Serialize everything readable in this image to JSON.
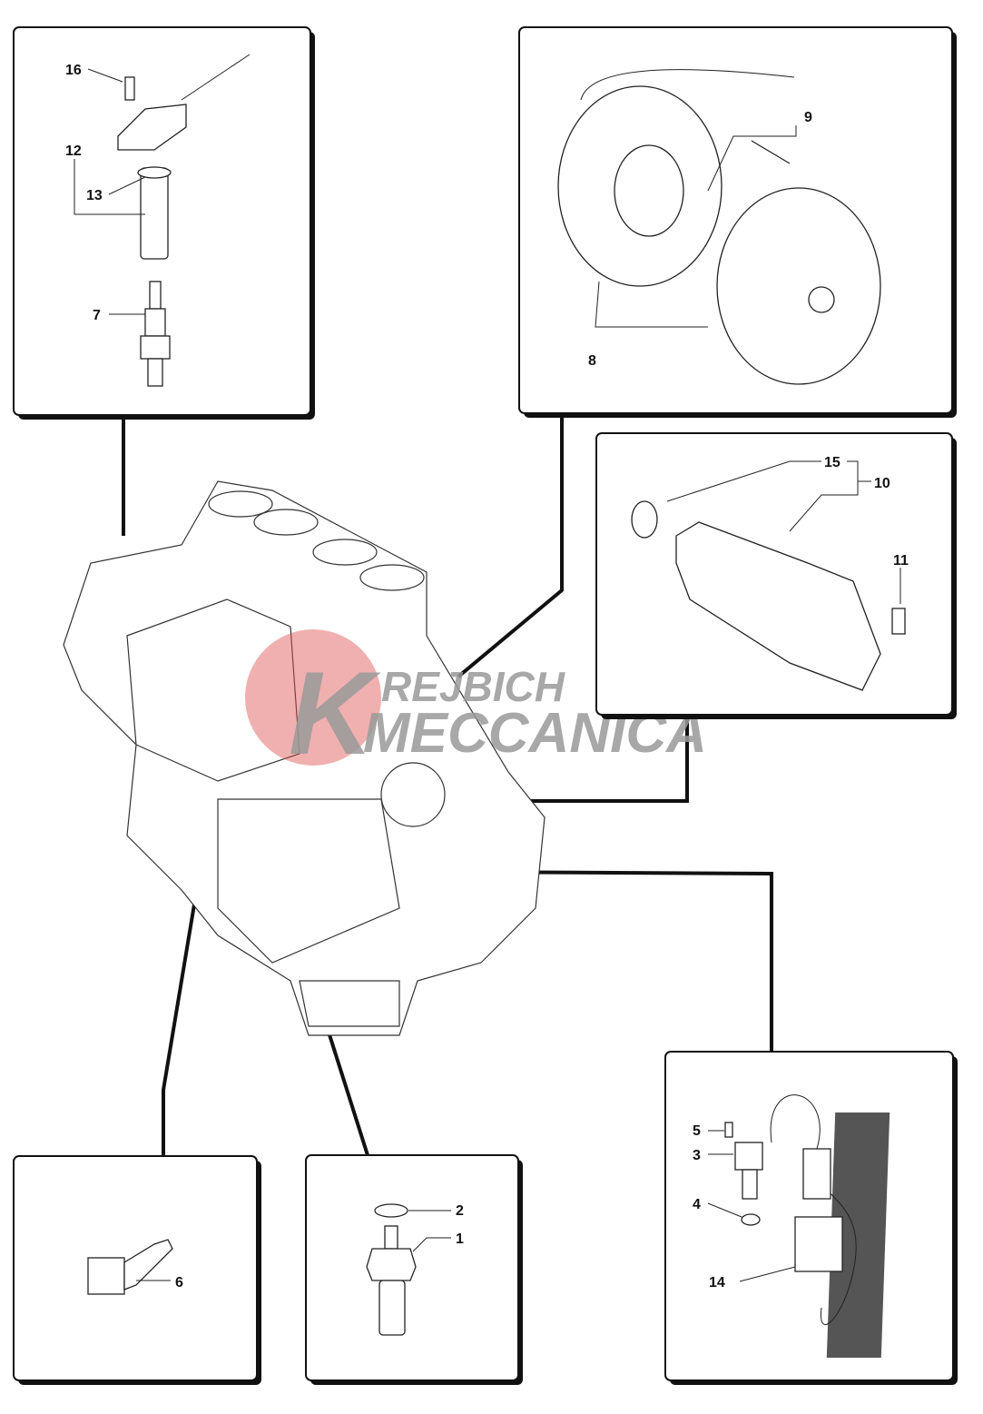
{
  "diagram": {
    "watermark": {
      "line1": "KREJBICH",
      "line2": "MECCANICA",
      "color": "#e05050"
    },
    "panels": {
      "ignition": {
        "labels": [
          "16",
          "12",
          "13",
          "7"
        ]
      },
      "alternator": {
        "labels": [
          "9",
          "8"
        ]
      },
      "starter": {
        "labels": [
          "15",
          "10",
          "11"
        ]
      },
      "sensor": {
        "labels": [
          "5",
          "3",
          "4",
          "14"
        ]
      },
      "temp_sensor": {
        "labels": [
          "6"
        ]
      },
      "oil_switch": {
        "labels": [
          "2",
          "1"
        ]
      }
    }
  }
}
